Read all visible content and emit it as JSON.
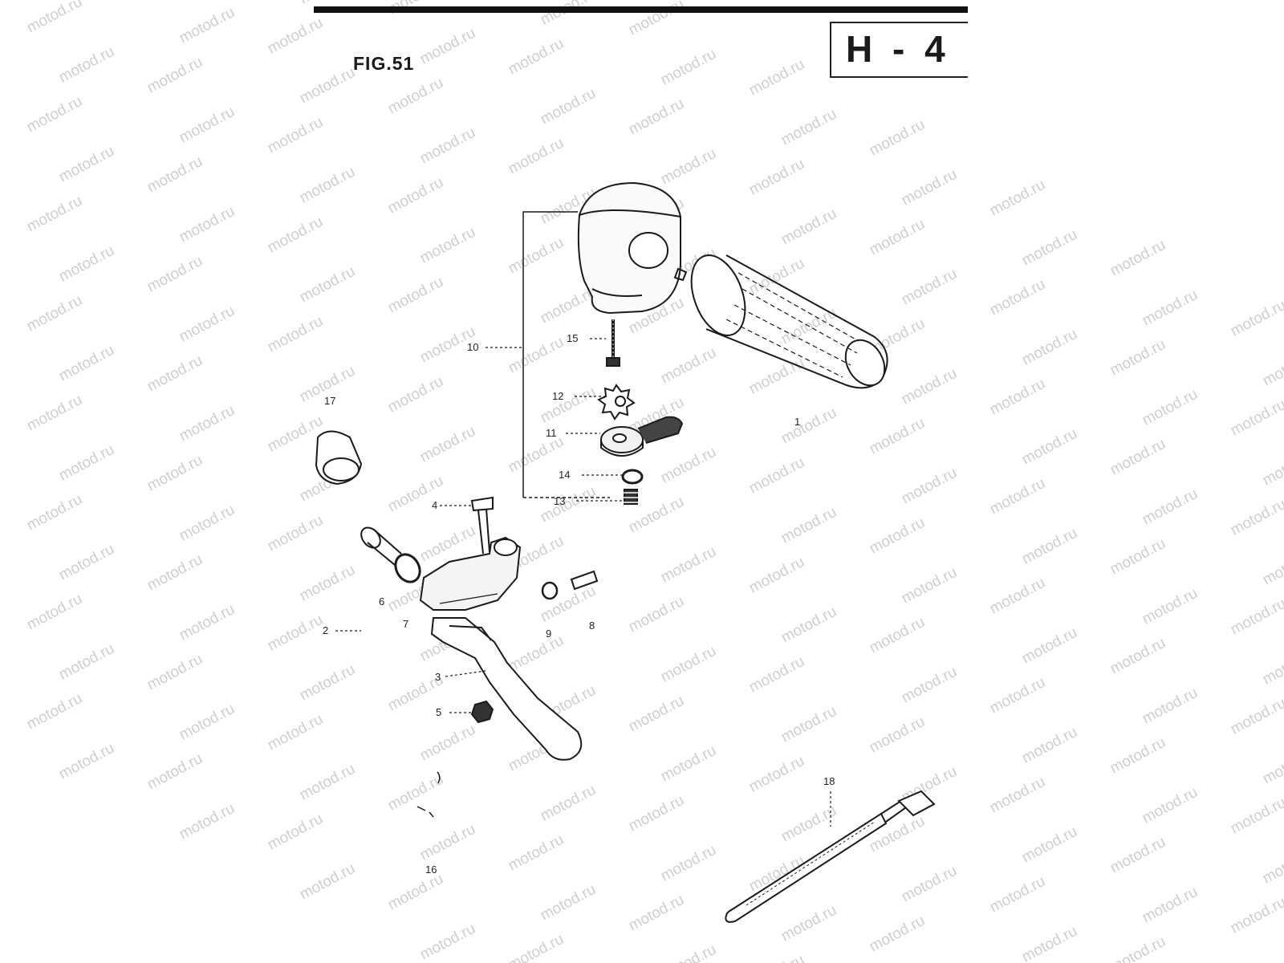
{
  "header": {
    "figure_label": "FIG.51",
    "section_code": "H - 4"
  },
  "watermark": "motod.ru",
  "callouts": [
    {
      "id": "1",
      "text": "1"
    },
    {
      "id": "2",
      "text": "2"
    },
    {
      "id": "3",
      "text": "3"
    },
    {
      "id": "4",
      "text": "4"
    },
    {
      "id": "5",
      "text": "5"
    },
    {
      "id": "6",
      "text": "6"
    },
    {
      "id": "7",
      "text": "7"
    },
    {
      "id": "8",
      "text": "8"
    },
    {
      "id": "9",
      "text": "9"
    },
    {
      "id": "10",
      "text": "10"
    },
    {
      "id": "11",
      "text": "11"
    },
    {
      "id": "12",
      "text": "12"
    },
    {
      "id": "13",
      "text": "13"
    },
    {
      "id": "14",
      "text": "14"
    },
    {
      "id": "15",
      "text": "15"
    },
    {
      "id": "16",
      "text": "16"
    },
    {
      "id": "17",
      "text": "17"
    },
    {
      "id": "18",
      "text": "18"
    }
  ]
}
